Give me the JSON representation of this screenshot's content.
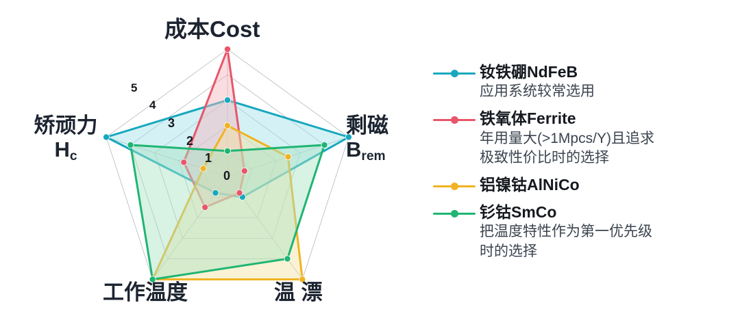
{
  "chart_data": {
    "type": "radar",
    "title": "",
    "categories": [
      "成本Cost",
      "剩磁Brem",
      "温 漂",
      "工作温度",
      "矫顽力Hc"
    ],
    "axis_labels": [
      {
        "id": "cost",
        "main": "成本",
        "latin": "Cost",
        "sub": ""
      },
      {
        "id": "brem",
        "main": "剩磁",
        "latin": "B",
        "sub": "rem"
      },
      {
        "id": "temp_drift",
        "main": "温 漂",
        "latin": "",
        "sub": ""
      },
      {
        "id": "work_temp",
        "main": "工作温度",
        "latin": "",
        "sub": ""
      },
      {
        "id": "hc",
        "main": "矫顽力",
        "latin": "H",
        "sub": "c"
      }
    ],
    "tick_labels": [
      "0",
      "1",
      "2",
      "3",
      "4",
      "5"
    ],
    "rlim": [
      0,
      5
    ],
    "grid": true,
    "legend_position": "right",
    "series": [
      {
        "name": "钕铁硼NdFeB",
        "desc": "应用系统较常选用",
        "color": "#17a8bd",
        "fill": "#9fdfe8",
        "values": [
          3.0,
          5.0,
          1.0,
          0.8,
          5.0
        ]
      },
      {
        "name": "铁氧体Ferrite",
        "desc": "年用量大(>1Mpcs/Y)且追求\n极致性价比时的选择",
        "desc_line1": "年用量大(>1Mpcs/Y)且追求",
        "desc_line2": "极致性价比时的选择",
        "color": "#e8566a",
        "fill": "#f4b4bd",
        "values": [
          5.0,
          0.7,
          0.8,
          1.5,
          1.8
        ]
      },
      {
        "name": "铝镍钴AlNiCo",
        "desc": "",
        "color": "#f0b323",
        "fill": "#f5e2a0",
        "values": [
          2.0,
          2.5,
          5.0,
          5.0,
          1.0
        ]
      },
      {
        "name": "钐钴SmCo",
        "desc": "把温度特性作为第一优先级\n时的选择",
        "desc_line1": "把温度特性作为第一优先级",
        "desc_line2": "时的选择",
        "color": "#1fb573",
        "fill": "#a9e3c4",
        "values": [
          1.0,
          4.0,
          4.0,
          5.0,
          4.0
        ]
      }
    ]
  },
  "legend": {
    "entries": [
      {
        "title": "钕铁硼NdFeB",
        "desc1": "应用系统较常选用",
        "desc2": ""
      },
      {
        "title": "铁氧体Ferrite",
        "desc1": "年用量大(>1Mpcs/Y)且追求",
        "desc2": "极致性价比时的选择"
      },
      {
        "title": "铝镍钴AlNiCo",
        "desc1": "",
        "desc2": ""
      },
      {
        "title": "钐钴SmCo",
        "desc1": "把温度特性作为第一优先级",
        "desc2": "时的选择"
      }
    ]
  },
  "colors": {
    "ndfeb": "#17a8bd",
    "ferrite": "#e8566a",
    "alnico": "#f0b323",
    "smco": "#1fb573",
    "grid": "#9aa0a6",
    "text": "#15191f"
  }
}
